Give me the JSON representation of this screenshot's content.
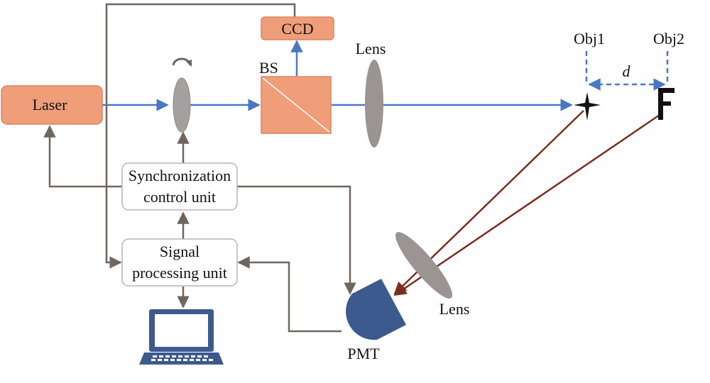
{
  "labels": {
    "laser": "Laser",
    "ccd": "CCD",
    "bs": "BS",
    "lens_top": "Lens",
    "obj1": "Obj1",
    "obj2": "Obj2",
    "distance": "d",
    "sync_line1": "Synchronization",
    "sync_line2": "control unit",
    "signal_line1": "Signal",
    "signal_line2": "processing unit",
    "lens_bottom": "Lens",
    "pmt": "PMT"
  },
  "colors": {
    "component_fill": "#ef9e79",
    "component_stroke": "#d98660",
    "beam": "#4a78c0",
    "return_beam": "#7a2e20",
    "control_line": "#6e6660",
    "lens": "#9a9493",
    "pmt": "#3d5a8e",
    "laptop": "#3d5a8e",
    "obj": "#111111"
  }
}
